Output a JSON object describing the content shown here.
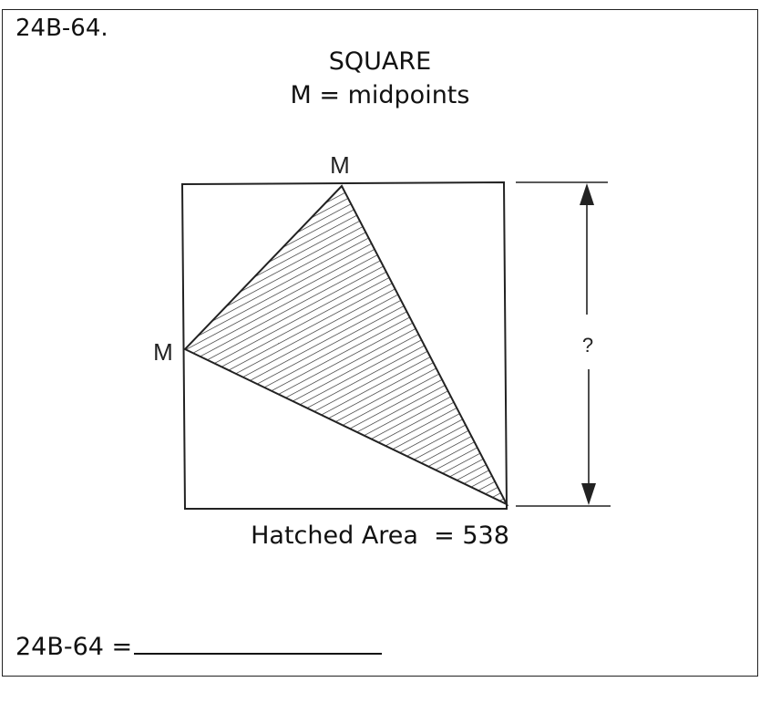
{
  "problem": {
    "id_label": "24B-64.",
    "title": "SQUARE",
    "subtitle": "M = midpoints",
    "given": "Hatched Area  = 538",
    "answer_prefix": "24B-64 ="
  },
  "diagram": {
    "labels": {
      "top_midpoint": "M",
      "left_midpoint": "M",
      "side_unknown": "?"
    },
    "hatched_area": 538,
    "colors": {
      "stroke": "#222222",
      "hatch": "#222222",
      "background": "#ffffff"
    }
  }
}
